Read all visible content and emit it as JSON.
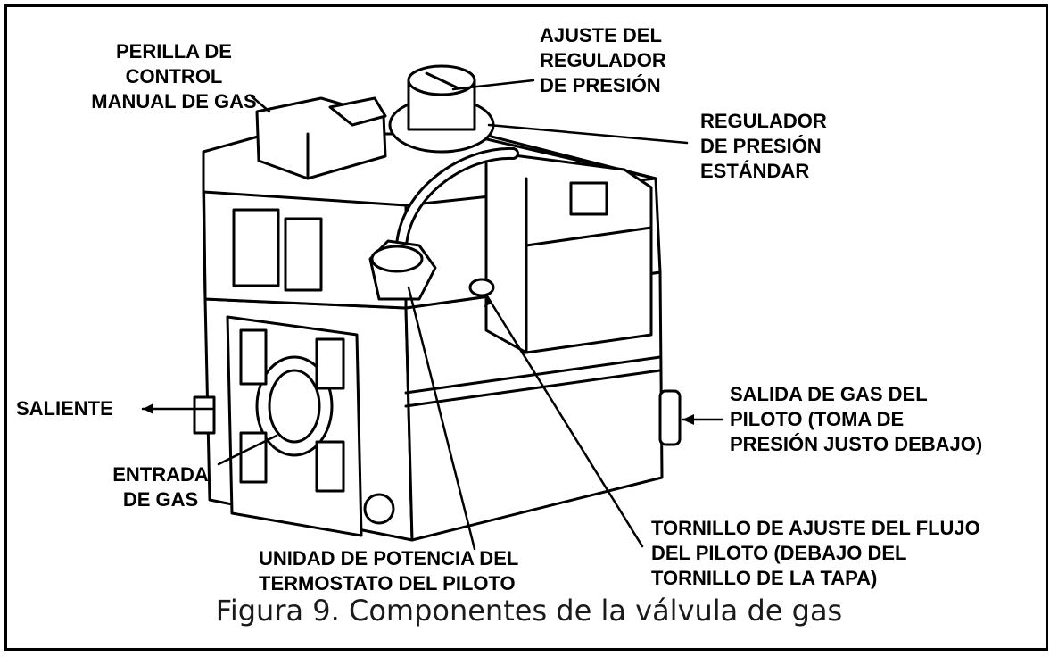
{
  "labels": {
    "perilla": "PERILLA DE\nCONTROL\nMANUAL DE GAS",
    "ajuste": "AJUSTE DEL\nREGULADOR\nDE PRESIÓN",
    "regulador": "REGULADOR\nDE PRESIÓN\nESTÁNDAR",
    "saliente": "SALIENTE",
    "entrada": "ENTRADA\nDE GAS",
    "salida": "SALIDA DE GAS DEL\nPILOTO (TOMA DE\nPRESIÓN JUSTO DEBAJO)",
    "tornillo": "TORNILLO DE AJUSTE DEL FLUJO\nDEL PILOTO (DEBAJO DEL\nTORNILLO DE LA TAPA)",
    "unidad": "UNIDAD DE POTENCIA DEL\nTERMOSTATO DEL PILOTO"
  },
  "caption": "Figura 9. Componentes de la válvula de gas"
}
